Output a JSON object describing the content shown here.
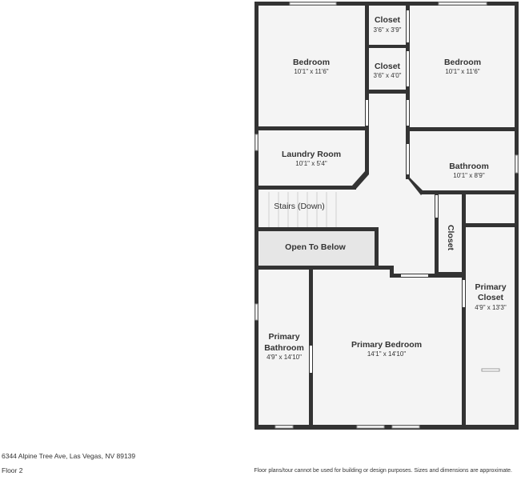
{
  "rooms": [
    {
      "id": "bedroom-left",
      "name": "Bedroom",
      "dims": "10'1\" x 11'6\""
    },
    {
      "id": "closet-top",
      "name": "Closet",
      "dims": "3'6\" x 3'9\""
    },
    {
      "id": "closet-middle",
      "name": "Closet",
      "dims": "3'6\" x 4'0\""
    },
    {
      "id": "bedroom-right",
      "name": "Bedroom",
      "dims": "10'1\" x 11'6\""
    },
    {
      "id": "laundry-room",
      "name": "Laundry Room",
      "dims": "10'1\" x 5'4\""
    },
    {
      "id": "bathroom",
      "name": "Bathroom",
      "dims": "10'1\" x 8'9\""
    },
    {
      "id": "stairs",
      "name": "Stairs (Down)"
    },
    {
      "id": "closet-vertical",
      "name": "Closet"
    },
    {
      "id": "open-to-below",
      "name": "Open To Below"
    },
    {
      "id": "primary-closet",
      "name_line1": "Primary",
      "name_line2": "Closet",
      "dims": "4'9\" x 13'3\""
    },
    {
      "id": "primary-bathroom",
      "name_line1": "Primary",
      "name_line2": "Bathroom",
      "dims": "4'9\" x 14'10\""
    },
    {
      "id": "primary-bedroom",
      "name": "Primary Bedroom",
      "dims": "14'1\" x 14'10\""
    }
  ],
  "footer": {
    "address": "6344 Alpine Tree Ave, Las Vegas, NV 89139",
    "floor": "Floor 2",
    "disclaimer": "Floor plans/tour cannot be used for building or design purposes. Sizes and dimensions are approximate."
  }
}
